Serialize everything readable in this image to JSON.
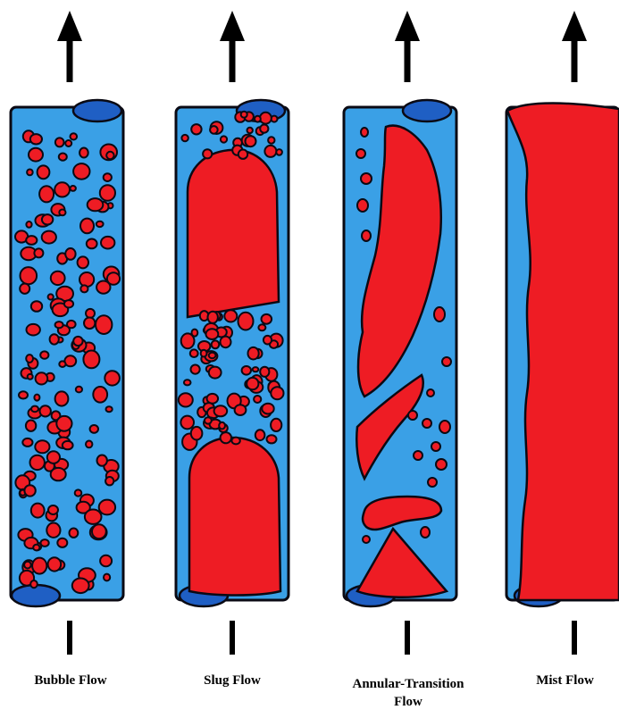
{
  "labels": {
    "bubble": "Bubble Flow",
    "slug": "Slug Flow",
    "annular_line1": "Annular-Transition",
    "annular_line2": "Flow",
    "mist": "Mist Flow"
  },
  "colors": {
    "liquid": "#3aa0e6",
    "liquid_dark": "#1f5fc4",
    "gas": "#ee1c24",
    "outline": "#0a0a14",
    "arrow": "#000000"
  }
}
